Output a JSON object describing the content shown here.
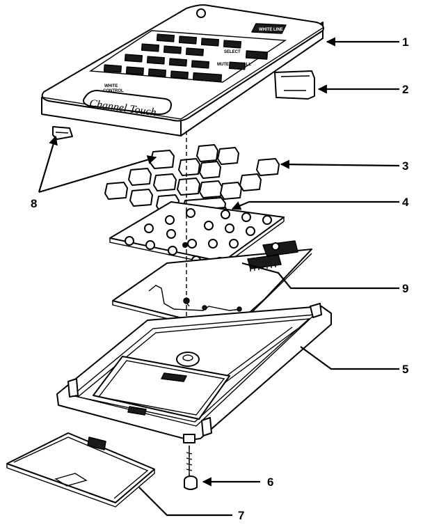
{
  "remote_text": {
    "top_badge": "WHITE LINE",
    "button_row_label": "SELECT",
    "side_label": "MUTE & RECALL",
    "brand_top": "WHITE",
    "brand_sub": "CONTROL",
    "brand_script": "Channel Touch"
  },
  "callouts": [
    {
      "id": "1",
      "label": "1"
    },
    {
      "id": "2",
      "label": "2"
    },
    {
      "id": "3",
      "label": "3"
    },
    {
      "id": "4",
      "label": "4"
    },
    {
      "id": "5",
      "label": "5"
    },
    {
      "id": "6",
      "label": "6"
    },
    {
      "id": "7",
      "label": "7"
    },
    {
      "id": "8",
      "label": "8"
    },
    {
      "id": "9",
      "label": "9"
    }
  ]
}
